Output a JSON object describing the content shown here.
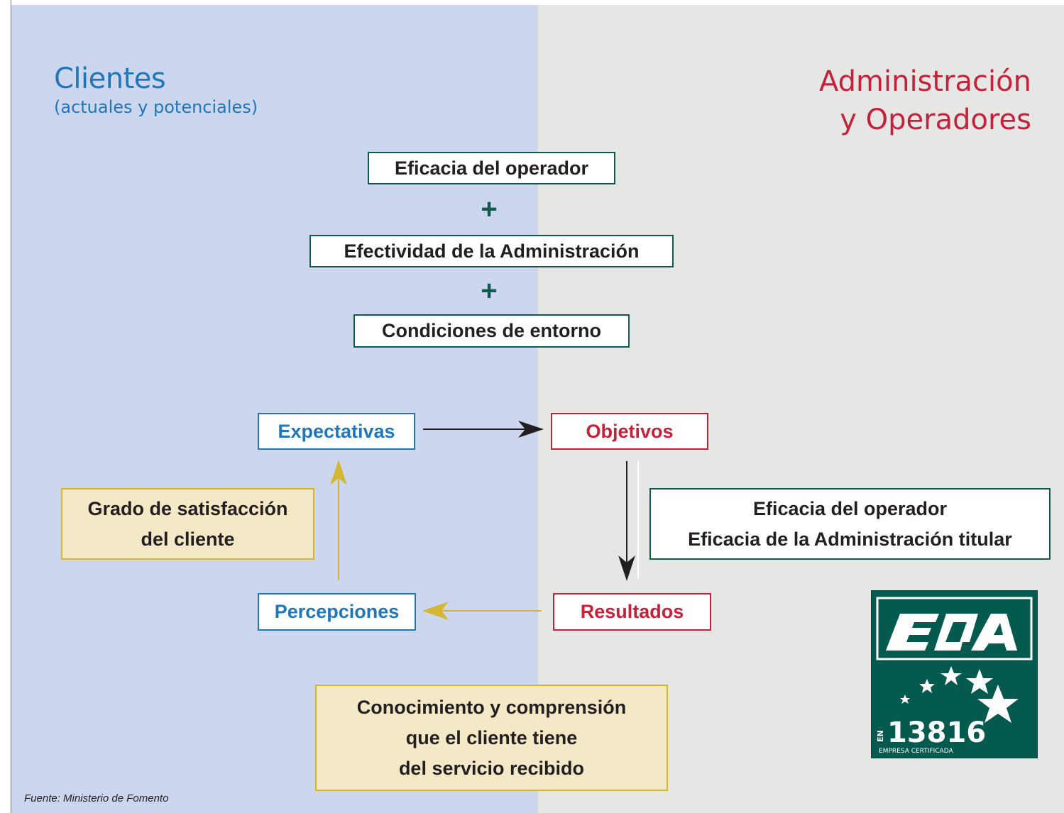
{
  "left_column": {
    "title": "Clientes",
    "subtitle": "(actuales y potenciales)"
  },
  "right_column": {
    "title_line1": "Administración",
    "title_line2": "y Operadores"
  },
  "components": {
    "item1": "Eficacia del operador",
    "plus1": "+",
    "item2": "Efectividad de la Administración",
    "plus2": "+",
    "item3": "Condiciones de entorno"
  },
  "cycle": {
    "expectativas": "Expectativas",
    "objetivos": "Objetivos",
    "resultados": "Resultados",
    "percepciones": "Percepciones",
    "satisfaccion_line1": "Grado de satisfacción",
    "satisfaccion_line2": "del cliente",
    "eficacia_line1": "Eficacia del operador",
    "eficacia_line2": "Eficacia de la Administración titular",
    "conocimiento_line1": "Conocimiento y comprensión",
    "conocimiento_line2": "que el cliente tiene",
    "conocimiento_line3": "del servicio recibido"
  },
  "logo": {
    "brand": "EQA",
    "prefix": "EN",
    "number": "13816",
    "caption": "EMPRESA CERTIFICADA"
  },
  "source": "Fuente: Ministerio de Fomento",
  "colors": {
    "clients_blue": "#1f77b9",
    "admin_red": "#c4213a",
    "box_green": "#105a52",
    "tan_border": "#d4b632",
    "tan_fill": "#f3e9c6",
    "left_bg": "#cdd6ef",
    "right_bg": "#e6e6e5"
  }
}
